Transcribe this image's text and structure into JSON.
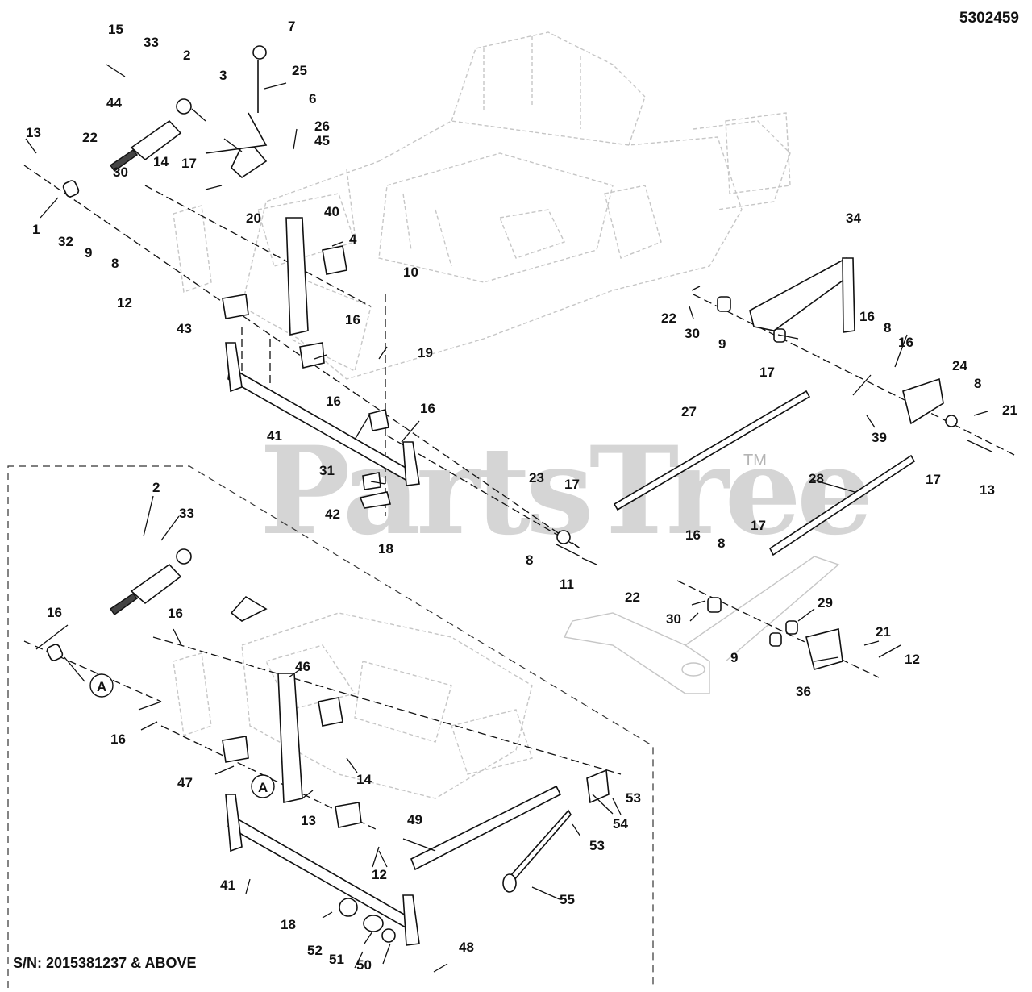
{
  "drawing_number": "5302459",
  "watermark": "PartsTree",
  "watermark_mark": "TM",
  "serial_note": "S/N: 2015381237 & ABOVE",
  "view_marker": "A",
  "callouts": [
    "15",
    "33",
    "2",
    "7",
    "25",
    "3",
    "44",
    "6",
    "26",
    "13",
    "22",
    "14",
    "17",
    "45",
    "30",
    "1",
    "32",
    "9",
    "8",
    "20",
    "40",
    "4",
    "12",
    "10",
    "43",
    "16",
    "19",
    "41",
    "31",
    "42",
    "18",
    "23",
    "11",
    "27",
    "28",
    "34",
    "24",
    "21",
    "39",
    "29",
    "36",
    "46",
    "47",
    "49",
    "53",
    "54",
    "55",
    "52",
    "51",
    "50",
    "48"
  ]
}
